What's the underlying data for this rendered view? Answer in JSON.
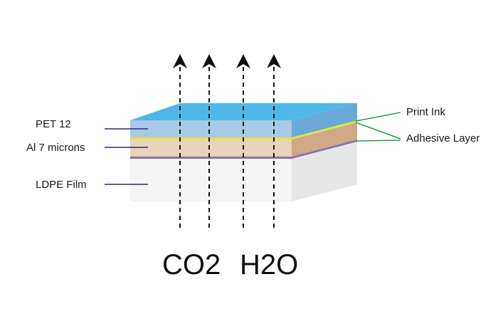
{
  "labels": {
    "pet": "PET 12",
    "al": "Al 7 microns",
    "ldpe": "LDPE Film",
    "print_ink": "Print Ink",
    "adhesive": "Adhesive Layer"
  },
  "gases": {
    "co2": "CO2",
    "h2o": "H2O"
  },
  "colors": {
    "pet_top": "#4fb8e8",
    "pet_front": "#a9c9e6",
    "pet_side": "#6aa8d8",
    "ink": "#e6e23a",
    "al_front": "#e8d3bb",
    "al_side": "#cfa887",
    "adhesive": "#8a6fa6",
    "ldpe_front": "#f4f4f4",
    "ldpe_side": "#e6e6e6",
    "left_leader": "#2b2b6a",
    "right_leader": "#1f9e4a"
  }
}
